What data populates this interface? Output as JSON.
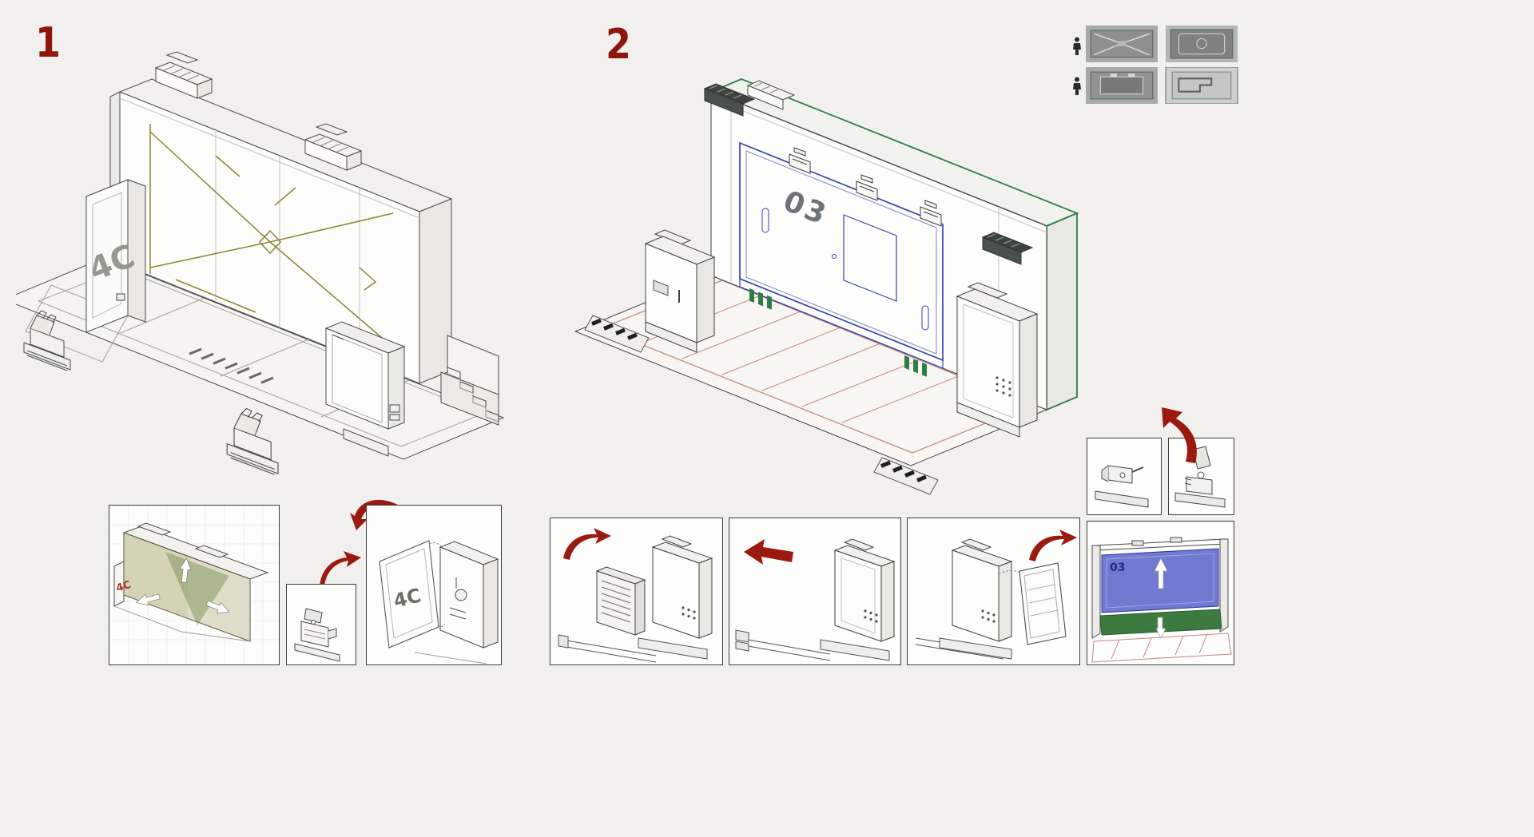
{
  "colors": {
    "background": "#f1f0ee",
    "line_ink": "#3f3f3b",
    "arrow_red": "#9b1a0f",
    "number_red": "#8d170c",
    "accent_olive": "#8a8531",
    "accent_green": "#2e7d46",
    "accent_blue": "#3442b2",
    "accent_pink": "#c5897d"
  },
  "figure1": {
    "number": "1",
    "panel_label": "4C"
  },
  "figure2": {
    "number": "2",
    "door_label": "03"
  },
  "thumbnails": {
    "count": 4
  },
  "insets": {
    "deploy": {
      "label": "4C"
    },
    "door_open": {
      "label": "4C"
    },
    "panel_lift": {
      "label": "03"
    }
  }
}
